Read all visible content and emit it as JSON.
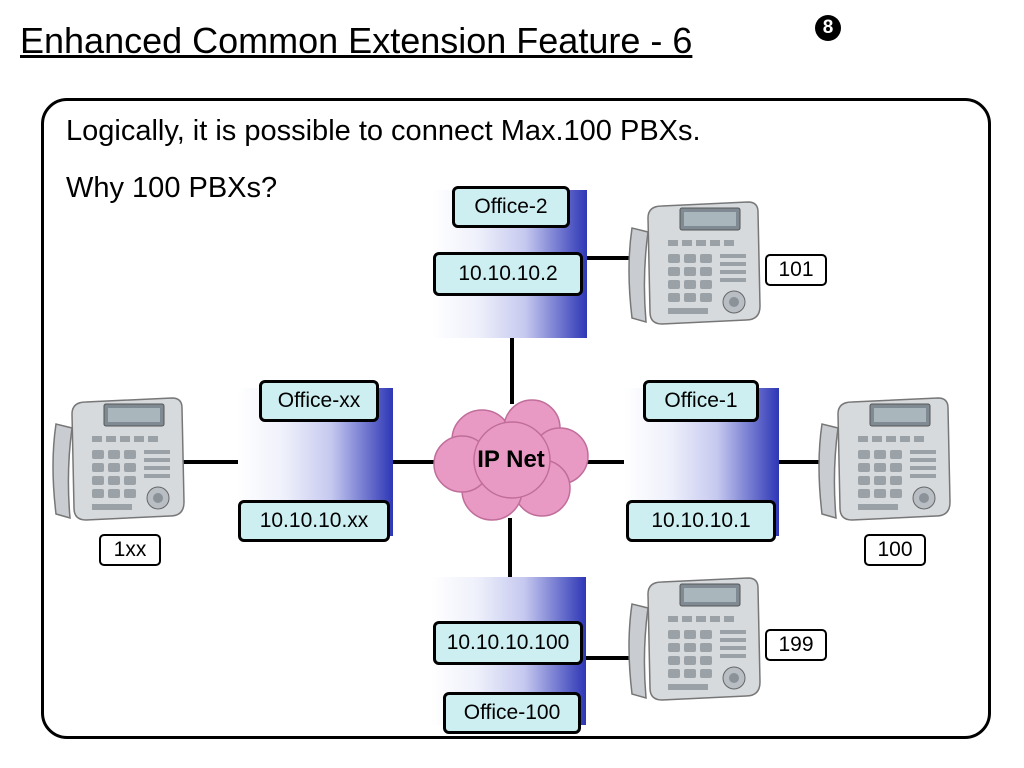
{
  "slide": {
    "title": "Enhanced Common Extension Feature - 6",
    "badge": "8",
    "line1": "Logically, it is possible to connect Max.100 PBXs.",
    "line2": "Why 100 PBXs?"
  },
  "network": {
    "label": "IP Net"
  },
  "offices": [
    {
      "name": "Office-2",
      "ip": "10.10.10.2",
      "extension": "101"
    },
    {
      "name": "Office-xx",
      "ip": "10.10.10.xx",
      "extension": "1xx"
    },
    {
      "name": "Office-1",
      "ip": "10.10.10.1",
      "extension": "100"
    },
    {
      "name": "Office-100",
      "ip": "10.10.10.100",
      "extension": "199"
    }
  ],
  "colors": {
    "label_fill": "#cdeff1",
    "pbx_gradient_end": "#2e37b6",
    "cloud": "#e89ac4"
  }
}
